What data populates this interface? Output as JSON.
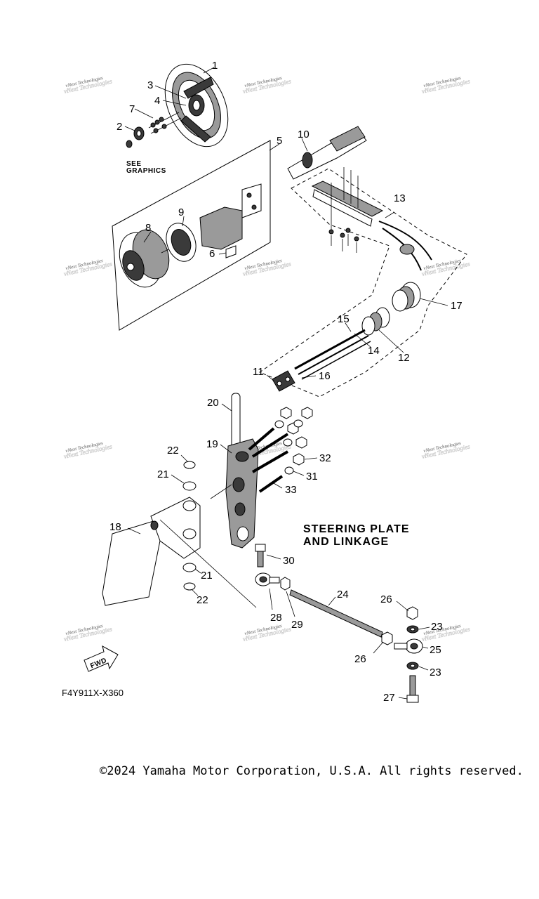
{
  "diagram": {
    "title_line1": "STEERING PLATE",
    "title_line2": "AND LINKAGE",
    "see_graphics_line1": "SEE",
    "see_graphics_line2": "GRAPHICS",
    "fwd_label": "FWD",
    "drawing_code": "F4Y911X-X360",
    "watermark_text": "vNext Technologies",
    "callouts": [
      "1",
      "2",
      "3",
      "4",
      "5",
      "6",
      "7",
      "8",
      "9",
      "10",
      "11",
      "12",
      "13",
      "14",
      "15",
      "16",
      "17",
      "18",
      "19",
      "20",
      "21",
      "21",
      "22",
      "22",
      "23",
      "23",
      "24",
      "25",
      "26",
      "26",
      "27",
      "28",
      "29",
      "30",
      "31",
      "32",
      "33"
    ]
  },
  "footer": {
    "copyright": "©2024 Yamaha Motor Corporation, U.S.A. All rights reserved."
  }
}
